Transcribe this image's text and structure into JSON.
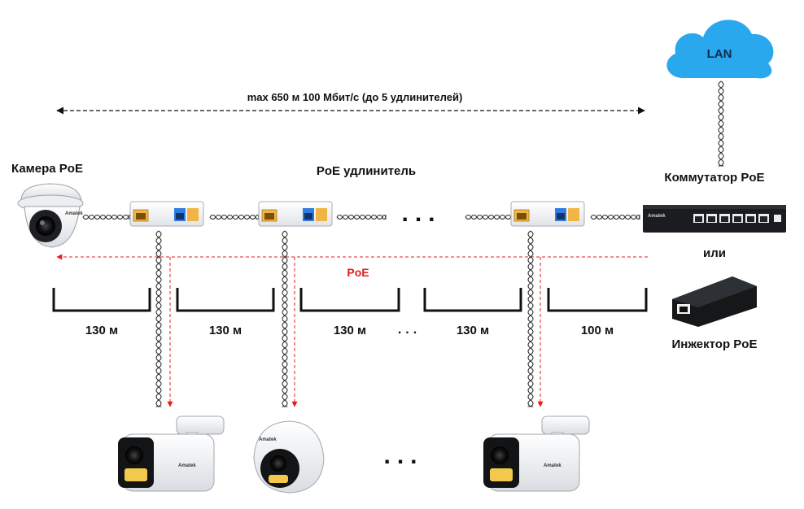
{
  "cloud": {
    "label": "LAN",
    "color": "#29a8ee"
  },
  "distance_label": "max 650 м 100 Мбит/с (до 5 удлинителей)",
  "camera_left_label": "Камера PoE",
  "extender_label": "PoE удлинитель",
  "switch_label": "Коммутатор PoE",
  "or_label": "или",
  "injector_label": "Инжектор PoE",
  "poe_label": "PoE",
  "poe_color": "#e0201c",
  "ellipsis": "...",
  "segments": [
    "130 м",
    "130 м",
    "130 м",
    "130 м",
    "100 м"
  ],
  "brand_marks": [
    "Amatek",
    "Amatek",
    "Amatek",
    "Amatek",
    "Amatek"
  ],
  "icons": [
    "cloud-icon",
    "dome-camera-icon",
    "poe-extender-icon",
    "poe-switch-icon",
    "poe-injector-icon",
    "bullet-camera-icon",
    "turret-camera-icon",
    "twisted-pair-cable-icon",
    "arrow-icon"
  ]
}
